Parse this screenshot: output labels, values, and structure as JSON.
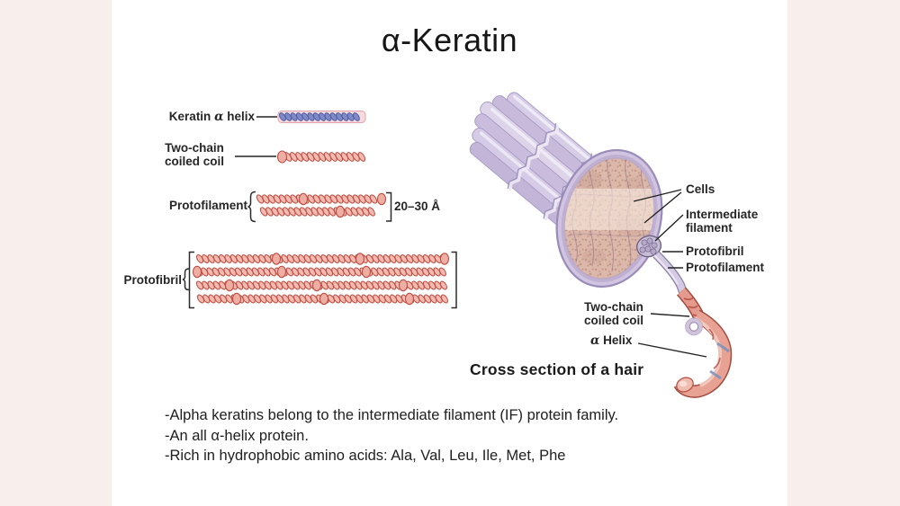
{
  "slide": {
    "title": "α-Keratin",
    "bullets": [
      "-Alpha keratins belong to the intermediate filament (IF) protein family.",
      "-An all α-helix protein.",
      "-Rich in hydrophobic amino acids: Ala, Val, Leu, Ile, Met, Phe"
    ]
  },
  "left_figure": {
    "keratin_helix": {
      "prefix": "Keratin",
      "alpha": "α",
      "suffix": "helix"
    },
    "two_chain": {
      "line1": "Two-chain",
      "line2": "coiled coil"
    },
    "protofilament": "Protofilament",
    "dimension": "20–30 Å",
    "protofibril": "Protofibril"
  },
  "right_figure": {
    "cells": "Cells",
    "intermediate_filament": {
      "line1": "Intermediate",
      "line2": "filament"
    },
    "protofibril": "Protofibril",
    "protofilament": "Protofilament",
    "two_chain": {
      "line1": "Two-chain",
      "line2": "coiled coil"
    },
    "alpha_helix": {
      "alpha": "α",
      "suffix": "Helix"
    },
    "caption": "Cross section of a hair"
  },
  "colors": {
    "margin_band": "#f8eeeb",
    "coil_fill": "#f2bab0",
    "coil_outline": "#bf4f44",
    "helix_blue": "#7e8bc6",
    "hair_lavender": "#d7cde7",
    "cross_section_face": "#dbb8aa",
    "label_text": "#262626"
  }
}
